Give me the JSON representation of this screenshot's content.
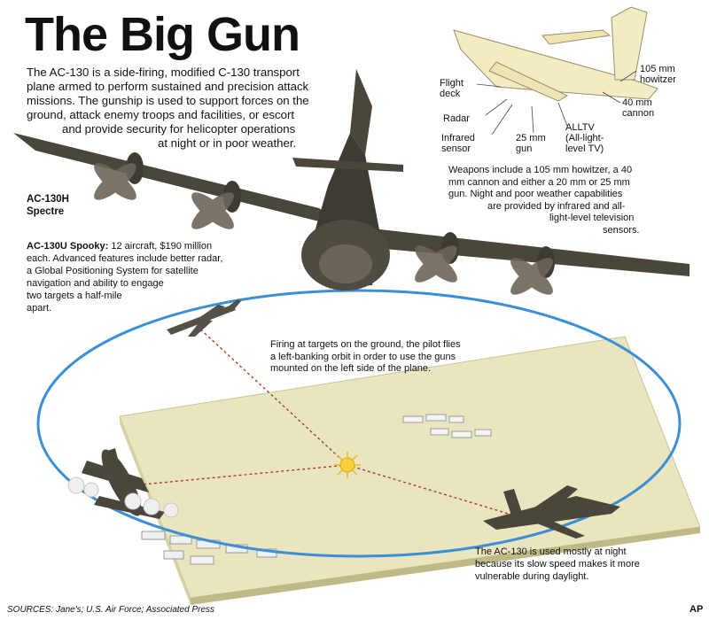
{
  "title": "The Big Gun",
  "intro": [
    "The AC-130 is a side-firing, modified C-130 transport",
    "plane armed to perform sustained and precision attack",
    "missions. The gunship  is used to support forces on the",
    "ground, attack enemy troops and facilities, or escort",
    "and provide security for helicopter operations",
    "at night or in poor weather."
  ],
  "diagram_labels": {
    "flight_deck": [
      "Flight",
      "deck"
    ],
    "radar": "Radar",
    "infrared": [
      "Infrared",
      "sensor"
    ],
    "gun25": [
      "25 mm",
      "gun"
    ],
    "alltv": [
      "ALLTV",
      "(All-light-",
      "level TV)"
    ],
    "cannon40": [
      "40 mm",
      "cannon"
    ],
    "howitzer": [
      "105 mm",
      "howitzer"
    ]
  },
  "weapons": [
    "Weapons include a 105 mm howitzer, a 40",
    "mm cannon and either a 20 mm or 25 mm",
    "gun. Night and poor weather capabilities",
    "are provided by infrared and all-",
    "light-level television",
    "sensors."
  ],
  "spectre": [
    "AC-130H",
    "Spectre"
  ],
  "spooky": {
    "name": "AC-130U Spooky:",
    "lines": [
      " 12 aircraft, $190 million",
      "each. Advanced features include better radar,",
      "a Global Positioning System for satellite",
      "navigation and ability to engage",
      "two targets a half-mile",
      "apart."
    ]
  },
  "firing": [
    "Firing at targets on the ground, the pilot flies",
    "a left-banking orbit in order to use the guns",
    "mounted on the left side of the plane."
  ],
  "night": [
    "The AC-130 is used mostly at night",
    "because its slow speed makes it more",
    "vulnerable during daylight."
  ],
  "sources": "SOURCES: Jane's; U.S. Air Force; Associated Press",
  "credit": "AP",
  "colors": {
    "orbit": "#3b8fd6",
    "ground": "#e9e6bf",
    "ground_edge": "#c9c594",
    "aircraft": "#4a463c",
    "diagram_fill": "#f3ebc2",
    "fire_line": "#b23a2a",
    "sun": "#f6d23a"
  }
}
